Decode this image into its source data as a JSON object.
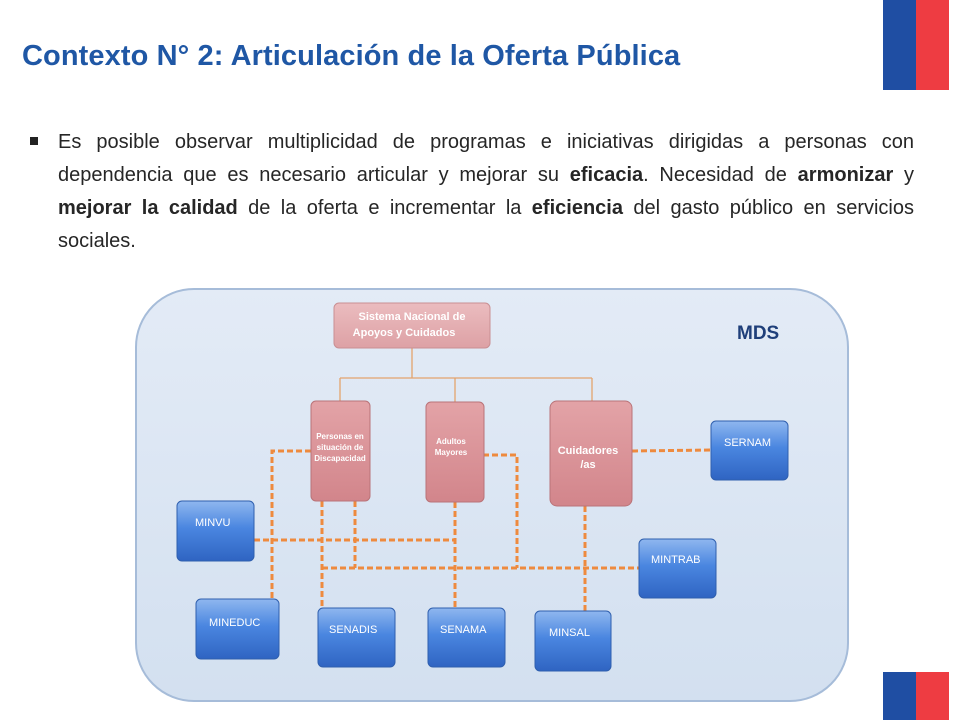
{
  "colors": {
    "title": "#1f57a5",
    "flag_blue": "#1f4ea3",
    "flag_red": "#ee3c42",
    "container_fill": "#dbe6f3",
    "container_border": "#a6bcd9",
    "pink_box": "#d78d92",
    "pink_box_light": "#e3a9ad",
    "blue_box": "#3e7bd6",
    "orange_line": "#ee8a3e",
    "tree_line": "#e4a36d"
  },
  "header": {
    "title": "Contexto N° 2: Articulación de la Oferta Pública"
  },
  "bullet": {
    "t1": "Es posible observar multiplicidad de programas e iniciativas dirigidas a personas con dependencia que es necesario articular y mejorar su ",
    "b1": "eficacia",
    "t2": ". Necesidad de ",
    "b2": "armonizar",
    "t3": " y ",
    "b3": "mejorar la calidad",
    "t4": "  de la oferta e incrementar la ",
    "b4": "eficiencia",
    "t5": " del  gasto público en servicios sociales."
  },
  "diagram": {
    "container_label": "MDS",
    "system": {
      "line1": "Sistema Nacional de",
      "line2": "Apoyos y Cuidados"
    },
    "personas": {
      "line1": "Personas en",
      "line2": "situación de",
      "line3": "Discapacidad"
    },
    "adultos": {
      "line1": "Adultos",
      "line2": "Mayores"
    },
    "cuidadores": {
      "line1": "Cuidadores",
      "line2": "/as"
    },
    "agencies": {
      "sernam": "SERNAM",
      "minvu": "MINVU",
      "mintrab": "MINTRAB",
      "mineduc": "MINEDUC",
      "senadis": "SENADIS",
      "senama": "SENAMA",
      "minsal": "MINSAL"
    }
  }
}
